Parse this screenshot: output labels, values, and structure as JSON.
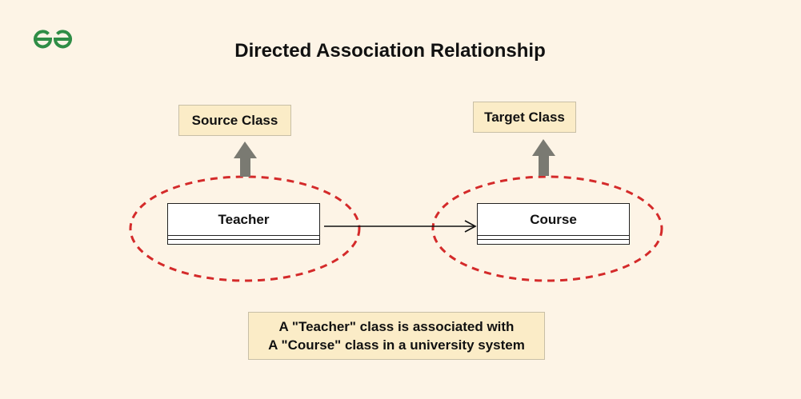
{
  "logo": {
    "name": "geeksforgeeks-logo",
    "color": "#2f8d46"
  },
  "title": "Directed Association Relationship",
  "labels": {
    "source": "Source Class",
    "target": "Target Class"
  },
  "classes": {
    "source": "Teacher",
    "target": "Course"
  },
  "note": {
    "line1": "A \"Teacher\" class is associated with",
    "line2": "A \"Course\" class in a university system"
  },
  "colors": {
    "background": "#fdf4e6",
    "label_fill": "#fbecc7",
    "dashed_ellipse": "#d42a2a",
    "up_arrow": "#7a7a72",
    "association_arrow": "#111111"
  },
  "icons": {
    "up_arrow": "up-arrow-icon",
    "association_arrow": "association-arrow-icon"
  }
}
